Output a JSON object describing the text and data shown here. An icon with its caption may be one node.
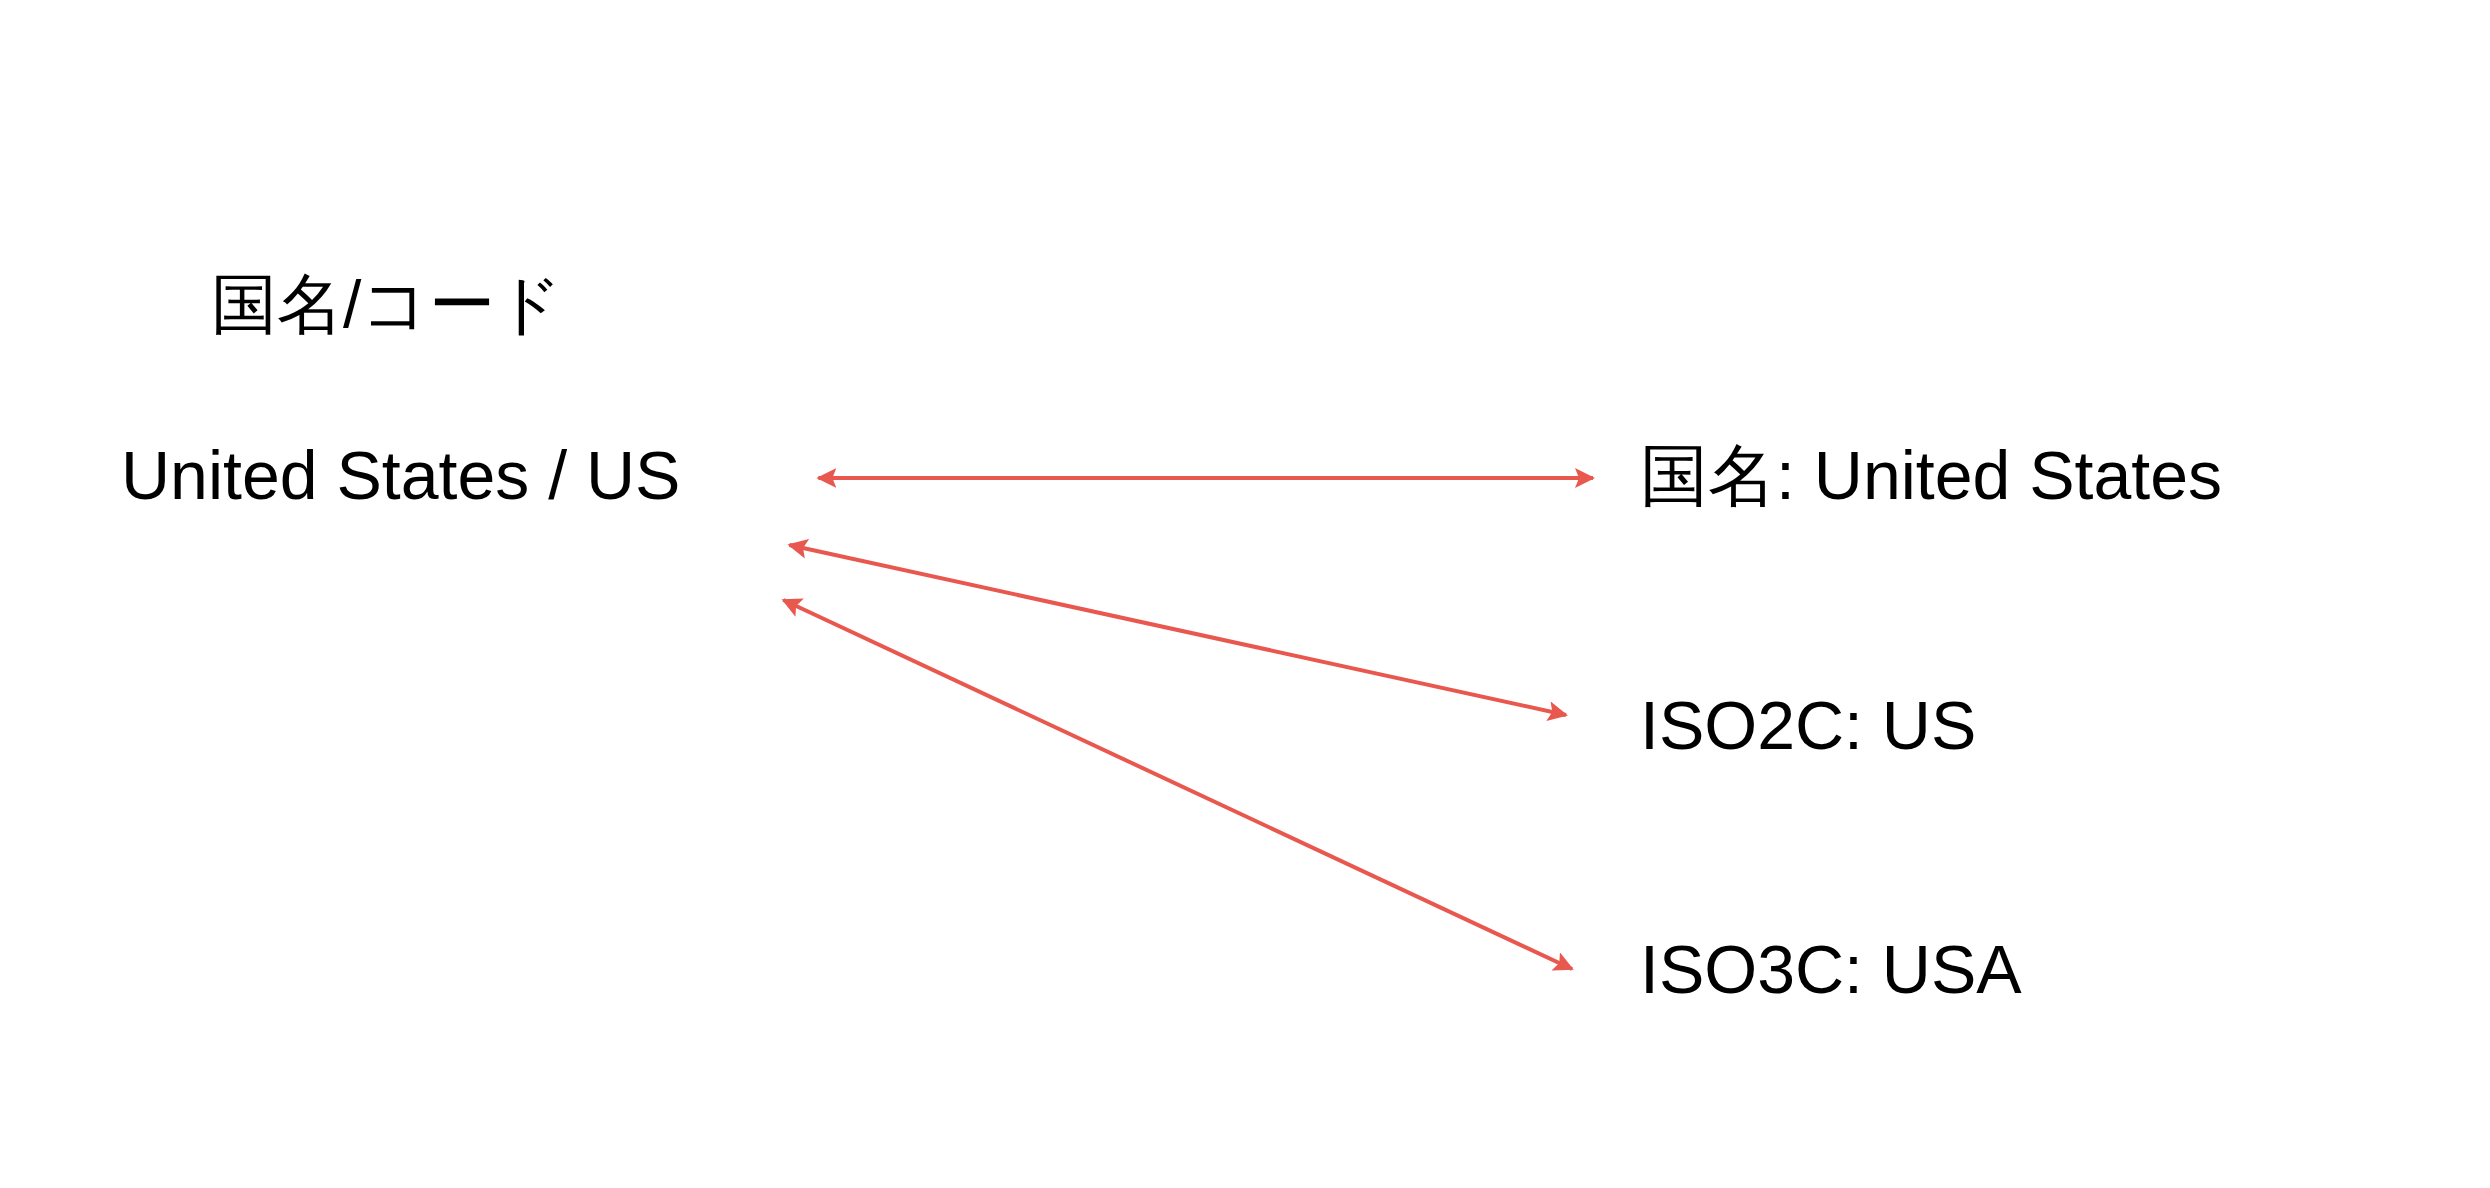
{
  "diagram": {
    "title": "国名/コード",
    "nodes": [
      {
        "text": [
          "United States / US"
        ]
      },
      {
        "text": [
          "国名: United States"
        ]
      },
      {
        "text": [
          "ISO2C: US"
        ]
      },
      {
        "text": [
          "ISO3C: USA"
        ]
      }
    ],
    "edges": [
      {
        "from": 0,
        "to": 1,
        "arrow": "both"
      },
      {
        "from": 0,
        "to": 2,
        "arrow": "both"
      },
      {
        "from": 0,
        "to": 3,
        "arrow": "both"
      }
    ]
  }
}
